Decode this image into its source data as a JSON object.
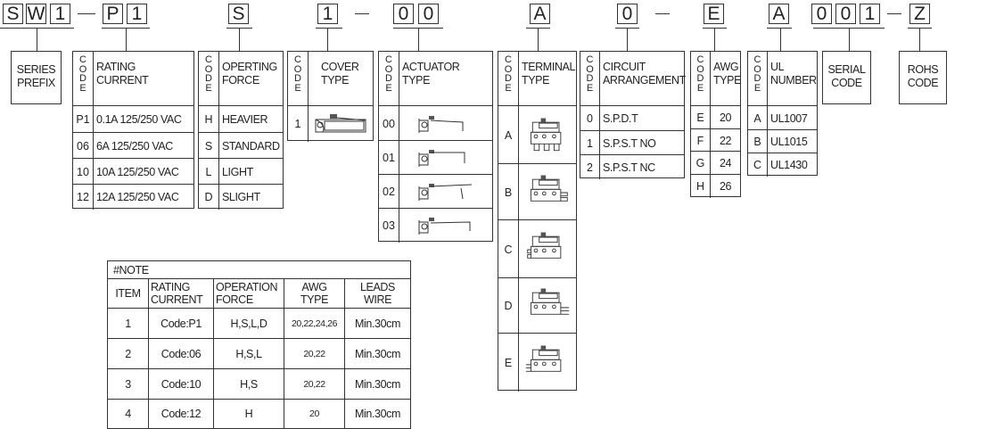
{
  "part_number": {
    "groups": [
      {
        "id": "series",
        "chars": [
          "S",
          "W",
          "1"
        ]
      },
      {
        "id": "rating",
        "chars": [
          "P",
          "1"
        ]
      },
      {
        "id": "force",
        "chars": [
          "S"
        ]
      },
      {
        "id": "cover",
        "chars": [
          "1"
        ]
      },
      {
        "id": "actuator",
        "chars": [
          "0",
          "0"
        ]
      },
      {
        "id": "terminal",
        "chars": [
          "A"
        ]
      },
      {
        "id": "circuit",
        "chars": [
          "0"
        ]
      },
      {
        "id": "awg",
        "chars": [
          "E"
        ]
      },
      {
        "id": "ul",
        "chars": [
          "A"
        ]
      },
      {
        "id": "serial",
        "chars": [
          "0",
          "0",
          "1"
        ]
      },
      {
        "id": "rohs",
        "chars": [
          "Z"
        ]
      }
    ]
  },
  "code_label": "C\nO\nD\nE",
  "tables": {
    "series": {
      "title": "SERIES\nPREFIX"
    },
    "rating": {
      "title": "RATING\nCURRENT",
      "rows": [
        [
          "P1",
          "0.1A 125/250 VAC"
        ],
        [
          "06",
          "6A 125/250 VAC"
        ],
        [
          "10",
          "10A 125/250 VAC"
        ],
        [
          "12",
          "12A 125/250 VAC"
        ]
      ]
    },
    "force": {
      "title": "OPERTING\nFORCE",
      "rows": [
        [
          "H",
          "HEAVIER"
        ],
        [
          "S",
          "STANDARD"
        ],
        [
          "L",
          "LIGHT"
        ],
        [
          "D",
          "SLIGHT"
        ]
      ]
    },
    "cover": {
      "title": "COVER\nTYPE",
      "rows": [
        [
          "1",
          "cover-switch-icon"
        ]
      ]
    },
    "actuator": {
      "title": "ACTUATOR\nTYPE",
      "rows": [
        [
          "00",
          "actuator-lever-icon"
        ],
        [
          "01",
          "actuator-lever-icon"
        ],
        [
          "02",
          "actuator-lever-icon"
        ],
        [
          "03",
          "actuator-lever-icon"
        ]
      ]
    },
    "terminal": {
      "title": "TERMINAL\nTYPE",
      "rows": [
        [
          "A",
          "terminal-pins-down-icon"
        ],
        [
          "B",
          "terminal-right-icon"
        ],
        [
          "C",
          "terminal-left-icon"
        ],
        [
          "D",
          "terminal-wires-right-icon"
        ],
        [
          "E",
          "terminal-wires-left-icon"
        ]
      ]
    },
    "circuit": {
      "title": "CIRCUIT\nARRANGEMENT",
      "rows": [
        [
          "0",
          "S.P.D.T"
        ],
        [
          "1",
          "S.P.S.T NO"
        ],
        [
          "2",
          "S.P.S.T NC"
        ]
      ]
    },
    "awg": {
      "title": "AWG\nTYPE",
      "rows": [
        [
          "E",
          "20"
        ],
        [
          "F",
          "22"
        ],
        [
          "G",
          "24"
        ],
        [
          "H",
          "26"
        ]
      ]
    },
    "ul": {
      "title": "UL\nNUMBER",
      "rows": [
        [
          "A",
          "UL1007"
        ],
        [
          "B",
          "UL1015"
        ],
        [
          "C",
          "UL1430"
        ]
      ]
    },
    "serial": {
      "title": "SERIAL\nCODE"
    },
    "rohs": {
      "title": "ROHS\nCODE"
    }
  },
  "note": {
    "title": "#NOTE",
    "headers": [
      "ITEM",
      "RATING\nCURRENT",
      "OPERATION\nFORCE",
      "AWG\nTYPE",
      "LEADS\nWIRE"
    ],
    "rows": [
      [
        "1",
        "Code:P1",
        "H,S,L,D",
        "20,22,24,26",
        "Min.30cm"
      ],
      [
        "2",
        "Code:06",
        "H,S,L",
        "20,22",
        "Min.30cm"
      ],
      [
        "3",
        "Code:10",
        "H,S",
        "20,22",
        "Min.30cm"
      ],
      [
        "4",
        "Code:12",
        "H",
        "20",
        "Min.30cm"
      ]
    ]
  }
}
